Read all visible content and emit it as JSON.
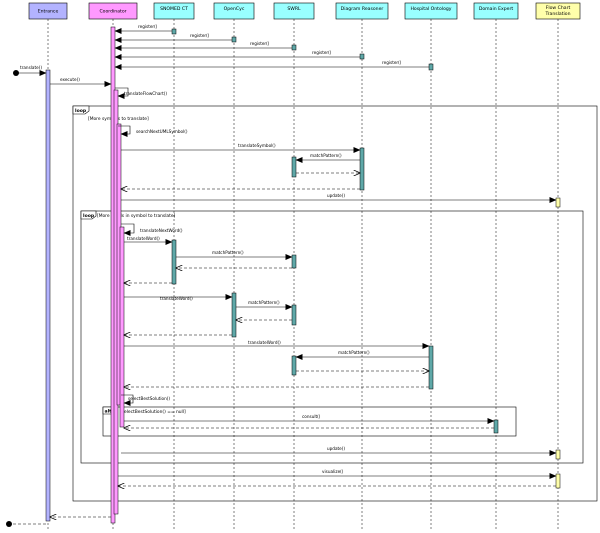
{
  "participants": [
    {
      "id": "entrance",
      "label": "Entrance",
      "color": "#b3b3ff"
    },
    {
      "id": "coordinator",
      "label": "Coordinator",
      "color": "#ff99ff"
    },
    {
      "id": "snomed",
      "label": "SNOMED CT",
      "color": "#99ffff"
    },
    {
      "id": "opencyc",
      "label": "OpenCyc",
      "color": "#99ffff"
    },
    {
      "id": "swrl",
      "label": "SWRL",
      "color": "#99ffff"
    },
    {
      "id": "reasoner",
      "label": "Diagram Reasoner",
      "color": "#99ffff"
    },
    {
      "id": "ontology",
      "label": "Hospital Ontology",
      "color": "#99ffff"
    },
    {
      "id": "expert",
      "label": "Domain Expert",
      "color": "#99ffff"
    },
    {
      "id": "flowchart",
      "label": "Flow Chart Translation",
      "label_lines": [
        "Flow Chart",
        "Translation"
      ],
      "color": "#ffffaa"
    }
  ],
  "messages": {
    "register_snomed": "register()",
    "register_opencyc": "register()",
    "register_swrl": "register()",
    "register_reasoner": "register()",
    "register_ontology": "register()",
    "translate": "translate()",
    "execute": "execute()",
    "translate_flowchart": "translateFlowChart()",
    "search_next_uml_symbol": "searchNextUMLSymbol()",
    "translate_symbol": "translateSymbol()",
    "match_pattern_1": "matchPattern()",
    "update_1": "update()",
    "translate_next_word": "translateNextWord()",
    "translate_word_snomed": "translateWord()",
    "match_pattern_2": "matchPattern()",
    "translate_word_opencyc": "translateWord()",
    "match_pattern_3": "matchPattern()",
    "translate_word_ontology": "translateWord()",
    "match_pattern_4": "matchPattern()",
    "select_best_solution": "selectBestSolution()",
    "consult": "consult()",
    "update_2": "update()",
    "visualize": "visualize()"
  },
  "fragments": {
    "outer_loop": {
      "keyword": "loop",
      "guard": "[More symbols to translate]"
    },
    "inner_loop": {
      "keyword": "loop",
      "guard": "[More words in symbol to translate]"
    },
    "alt": {
      "keyword": "alt",
      "guard": "[selectBestSolution() == null]"
    }
  },
  "colors": {
    "entrance_activation": "#b3b3ff",
    "coordinator_activation": "#ff99ff",
    "service_activation": "#5fa8a8",
    "flowchart_activation": "#ffffaa"
  }
}
